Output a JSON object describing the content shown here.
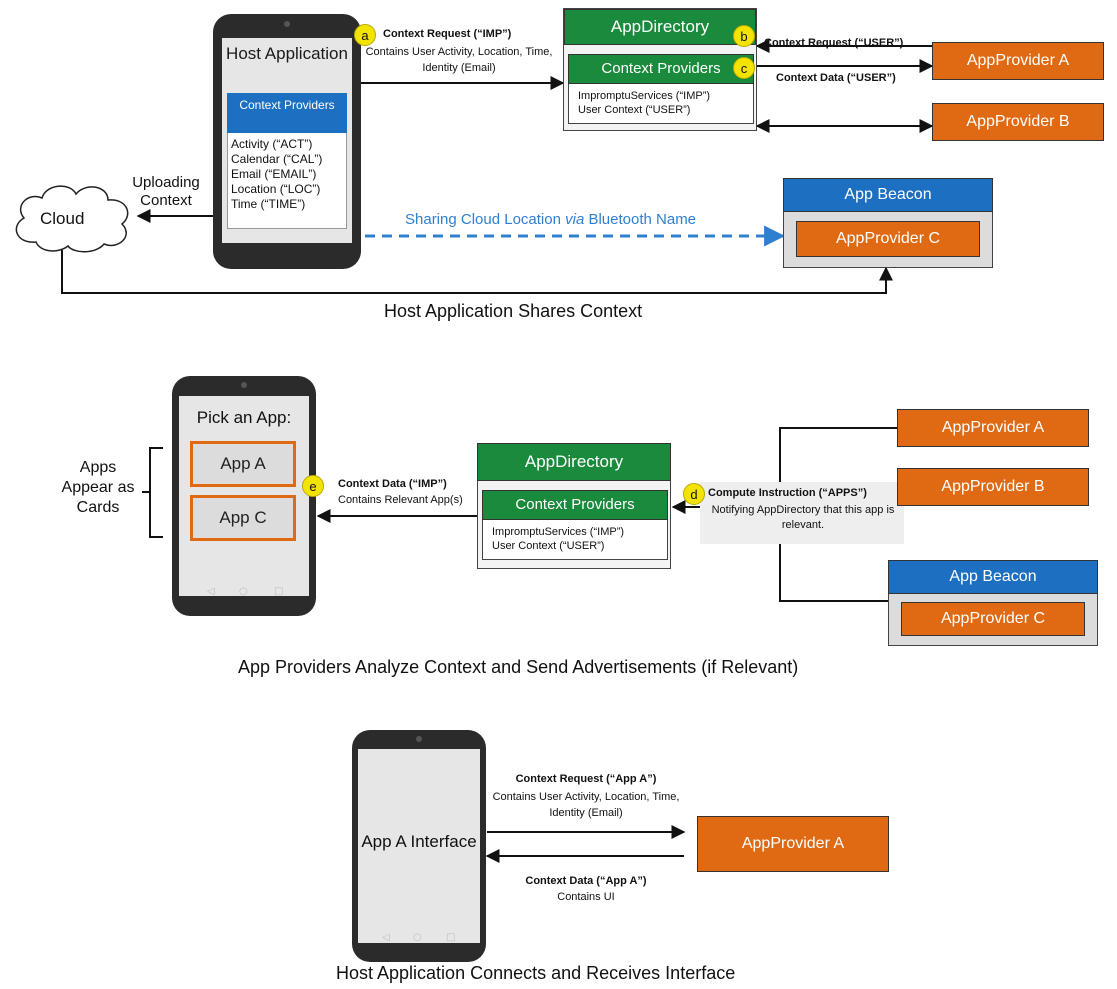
{
  "panel1": {
    "host_title": "Host Application",
    "context_providers_label": "Context Providers",
    "providers": [
      "Activity (“ACT”)",
      "Calendar (“CAL”)",
      "Email (“EMAIL”)",
      "Location (“LOC”)",
      "Time (“TIME”)"
    ],
    "badge_a": "a",
    "request_title": "Context Request (“IMP”)",
    "request_body": "Contains User Activity, Location, Time, Identity (Email)",
    "appdirectory": "AppDirectory",
    "dir_context_providers": "Context Providers",
    "dir_entries": [
      "ImpromptuServices (“IMP”)",
      "User Context (“USER”)"
    ],
    "badge_b": "b",
    "badge_c": "c",
    "user_request": "Context Request (“USER”)",
    "user_data": "Context Data (“USER”)",
    "provider_a": "AppProvider A",
    "provider_b": "AppProvider B",
    "cloud": "Cloud",
    "uploading": "Uploading Context",
    "sharing_prefix": "Sharing Cloud Location ",
    "sharing_via": "via",
    "sharing_suffix": " Bluetooth Name",
    "app_beacon": "App Beacon",
    "provider_c": "AppProvider C",
    "caption": "Host Application Shares Context"
  },
  "panel2": {
    "pick_title": "Pick an App:",
    "card_a": "App A",
    "card_c": "App C",
    "apps_label": "Apps Appear as Cards",
    "badge_e": "e",
    "data_title": "Context Data (“IMP”)",
    "data_body": "Contains Relevant App(s)",
    "appdirectory": "AppDirectory",
    "dir_context_providers": "Context Providers",
    "dir_entries": [
      "ImpromptuServices (“IMP”)",
      "User Context (“USER”)"
    ],
    "badge_d": "d",
    "compute_title": "Compute Instruction (“APPS”)",
    "compute_body": "Notifying AppDirectory that this app is relevant.",
    "provider_a": "AppProvider A",
    "provider_b": "AppProvider B",
    "app_beacon": "App Beacon",
    "provider_c": "AppProvider C",
    "caption": "App Providers Analyze Context and Send Advertisements (if Relevant)"
  },
  "panel3": {
    "interface_title": "App A Interface",
    "request_title": "Context Request (“App A”)",
    "request_body": "Contains User Activity, Location, Time, Identity (Email)",
    "data_title": "Context Data (“App A”)",
    "data_body": "Contains UI",
    "provider_a": "AppProvider A",
    "caption": "Host Application Connects and Receives Interface"
  },
  "colors": {
    "green": "#1a8a3c",
    "orange": "#e06a13",
    "blue": "#1d6fc1",
    "badge_yellow": "#f3e400",
    "dashed_arrow": "#2f7fd0"
  }
}
